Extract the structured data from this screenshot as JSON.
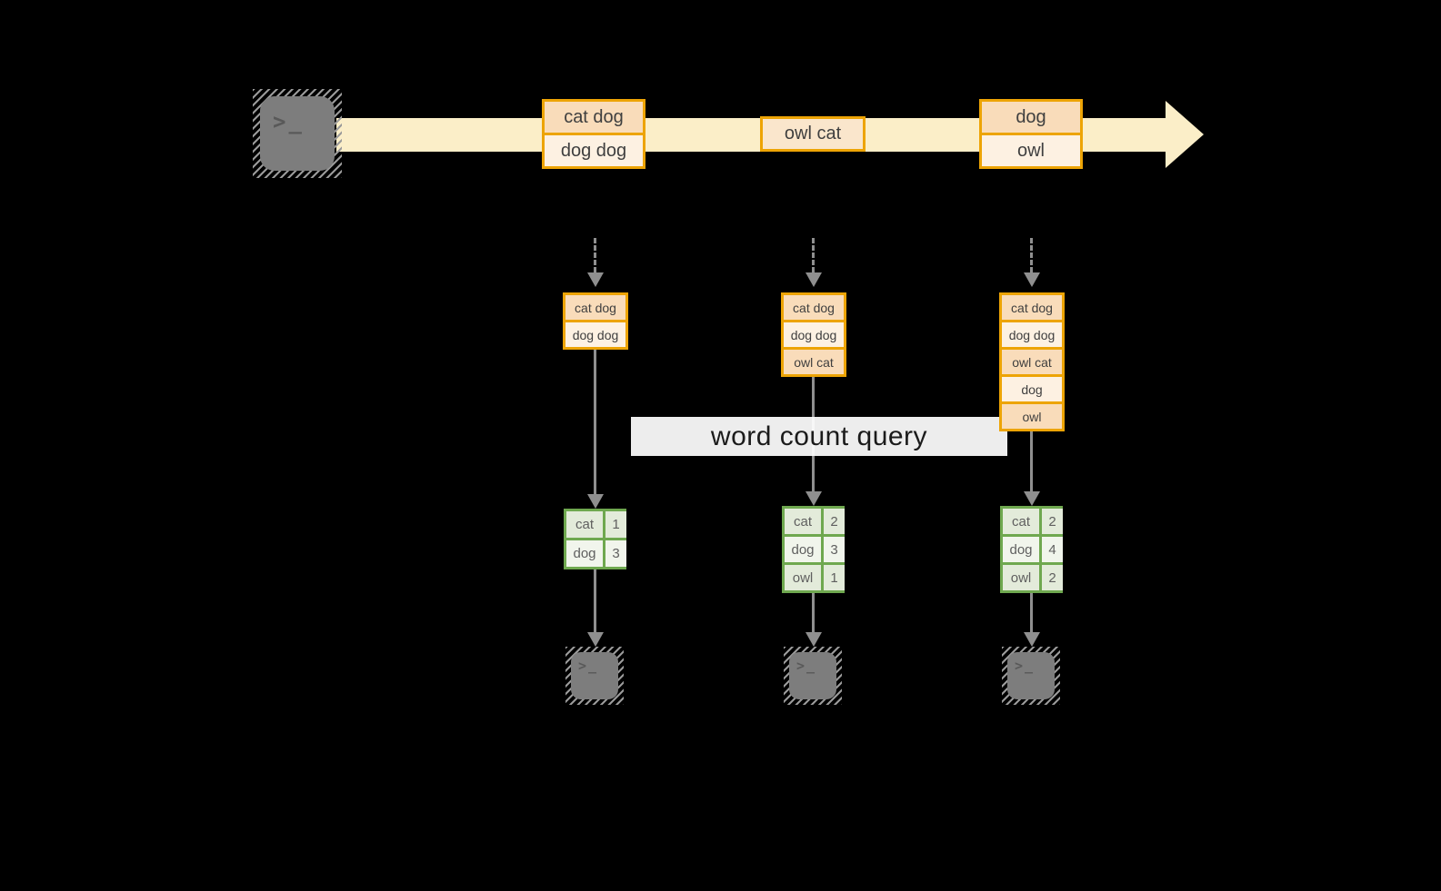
{
  "title": "streaming word count diagram",
  "query_label": "word count query",
  "icons": {
    "source_terminal": "terminal-icon",
    "output_terminal": "terminal-icon",
    "terminal_glyph": ">_"
  },
  "colors": {
    "background": "#000000",
    "stream_arrow": "#fbeec8",
    "record_border": "#eda405",
    "record_fill_dark": "#f9dcba",
    "record_fill_light": "#fdf1e2",
    "record_fill_mid": "#fae6cc",
    "table_border": "#6fa84f",
    "table_fill_dark": "#e3ebda",
    "table_fill_light": "#f1f5ec",
    "arrow_gray": "#8f8f8f",
    "terminal_gray": "#7d7d7d",
    "query_band_bg": "#ffffff",
    "query_text": "#1b1b1b"
  },
  "stream": {
    "records": [
      {
        "rows": [
          {
            "text": "cat dog"
          },
          {
            "text": "dog dog"
          }
        ]
      },
      {
        "rows": [
          {
            "text": "owl cat"
          }
        ]
      },
      {
        "rows": [
          {
            "text": "dog"
          },
          {
            "text": "owl"
          }
        ]
      }
    ]
  },
  "columns": [
    {
      "state_rows": [
        "cat dog",
        "dog dog"
      ],
      "counts": [
        {
          "word": "cat",
          "count": "1"
        },
        {
          "word": "dog",
          "count": "3"
        }
      ]
    },
    {
      "state_rows": [
        "cat dog",
        "dog dog",
        "owl cat"
      ],
      "counts": [
        {
          "word": "cat",
          "count": "2"
        },
        {
          "word": "dog",
          "count": "3"
        },
        {
          "word": "owl",
          "count": "1"
        }
      ]
    },
    {
      "state_rows": [
        "cat dog",
        "dog dog",
        "owl cat",
        "dog",
        "owl"
      ],
      "counts": [
        {
          "word": "cat",
          "count": "2"
        },
        {
          "word": "dog",
          "count": "4"
        },
        {
          "word": "owl",
          "count": "2"
        }
      ]
    }
  ]
}
